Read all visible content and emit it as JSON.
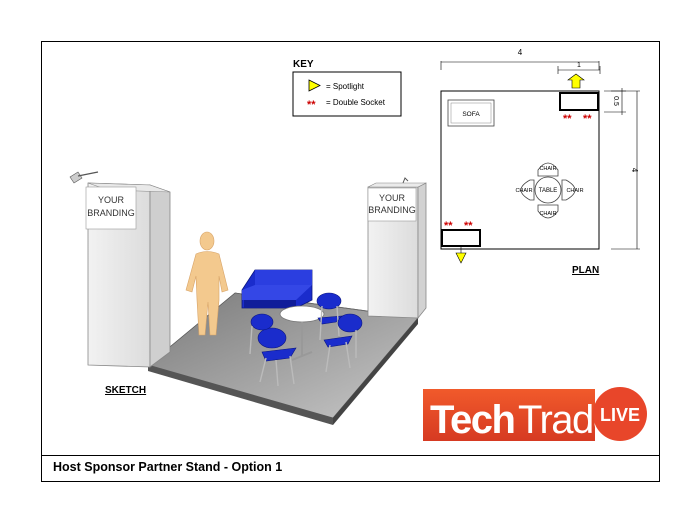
{
  "key": {
    "heading": "KEY",
    "spotlight_label": "= Spotlight",
    "socket_label": "= Double Socket",
    "socket_symbol": "**"
  },
  "sketch": {
    "label": "SKETCH",
    "branding_left": [
      "YOUR",
      "BRANDING"
    ],
    "branding_right": [
      "YOUR",
      "BRANDING"
    ]
  },
  "plan": {
    "label": "PLAN",
    "width_dim": "4",
    "depth_dim": "4",
    "spotlight_width_dim": "1",
    "spotlight_depth_dim": "0.5",
    "sofa": "SOFA",
    "chair_top": "CHAIR",
    "chair_left": "CHAIR",
    "table": "TABLE",
    "chair_right": "CHAIR",
    "chair_bottom": "CHAIR",
    "socket_symbol": "**"
  },
  "logo": {
    "tech": "Tech",
    "trade": "Trade",
    "live": "LIVE",
    "color": "#e8462a"
  },
  "footer": {
    "title": "Host Sponsor Partner Stand - Option 1"
  },
  "colors": {
    "spotlight": "#ffff00",
    "socket": "#cc0000",
    "furniture": "#1a2ccc",
    "figure": "#f3c98e"
  }
}
